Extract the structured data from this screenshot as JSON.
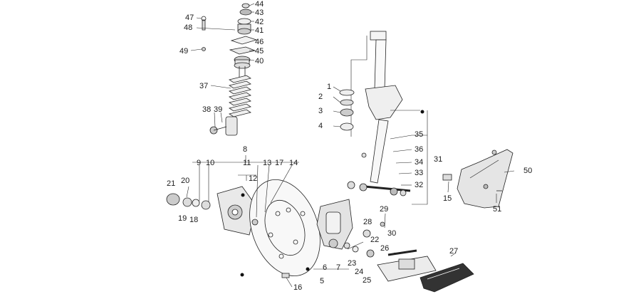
{
  "labels": {
    "l1": "1",
    "l2": "2",
    "l3": "3",
    "l4": "4",
    "l5": "5",
    "l6": "6",
    "l7": "7",
    "l8": "8",
    "l9": "9",
    "l10": "10",
    "l11": "11",
    "l12": "12",
    "l13": "13",
    "l14": "14",
    "l15": "15",
    "l16": "16",
    "l17": "17",
    "l18": "18",
    "l19": "19",
    "l20": "20",
    "l21": "21",
    "l22": "22",
    "l23": "23",
    "l24": "24",
    "l25": "25",
    "l26": "26",
    "l27": "27",
    "l28": "28",
    "l29": "29",
    "l30": "30",
    "l31": "31",
    "l32": "32",
    "l33": "33",
    "l34": "34",
    "l35": "35",
    "l36": "36",
    "l37": "37",
    "l38": "38",
    "l39": "39",
    "l40": "40",
    "l41": "41",
    "l42": "42",
    "l43": "43",
    "l44": "44",
    "l45": "45",
    "l46": "46",
    "l47": "47",
    "l48": "48",
    "l49": "49",
    "l50": "50",
    "l51": "51"
  }
}
